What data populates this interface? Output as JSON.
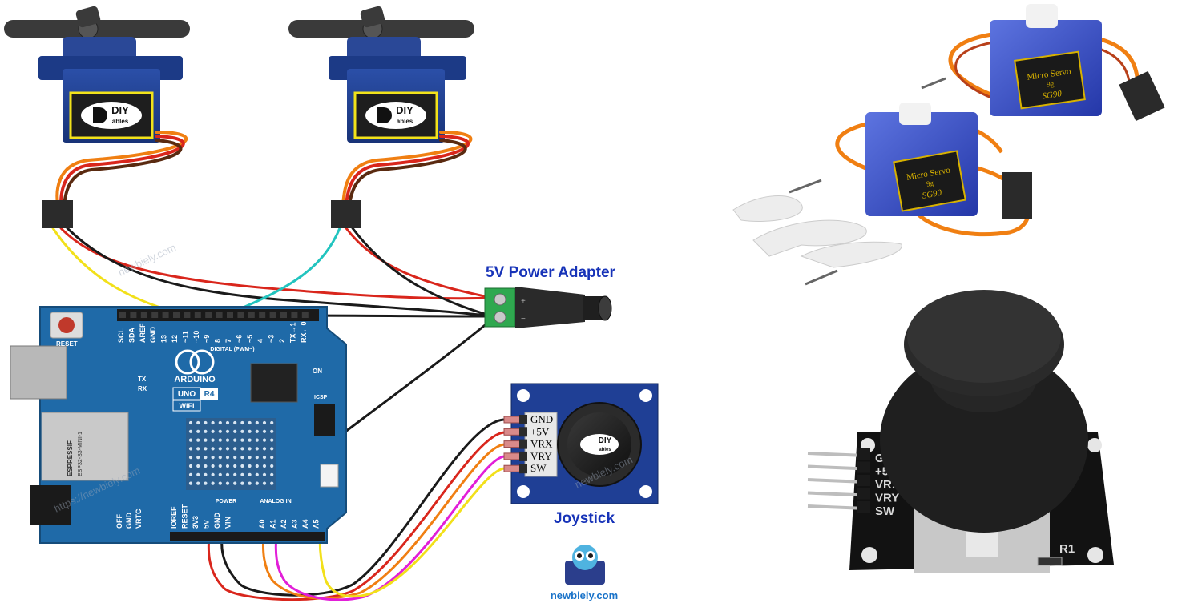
{
  "labels": {
    "power_adapter": "5V Power Adapter",
    "joystick": "Joystick",
    "brand_footer": "newbiely.com",
    "watermark": "newbiely.com",
    "watermark_url": "https://newbiely.com"
  },
  "servo_logo": {
    "line1": "DIY",
    "line2": "ables"
  },
  "arduino": {
    "brand": "ARDUINO",
    "model": "UNO",
    "revision": "R4",
    "variant": "WIFI",
    "reset_label": "RESET",
    "digital_header": "DIGITAL (PWM~)",
    "top_pins": [
      "SCL",
      "SDA",
      "AREF",
      "GND",
      "13",
      "12",
      "~11",
      "~10",
      "~9",
      "8",
      "7",
      "~6",
      "~5",
      "4",
      "~3",
      "2",
      "TX→1",
      "RX←0"
    ],
    "tx_label": "TX",
    "rx_label": "RX",
    "on_label": "ON",
    "icsp_label": "ICSP",
    "module_vendor": "ESPRESSIF",
    "module_name": "ESP32-S3-MINI-1",
    "power_header": "POWER",
    "analog_header": "ANALOG IN",
    "power_pins": [
      "IOREF",
      "RESET",
      "3V3",
      "5V",
      "GND",
      "VIN"
    ],
    "analog_pins": [
      "A0",
      "A1",
      "A2",
      "A3",
      "A4",
      "A5"
    ],
    "bottom_left": [
      "OFF",
      "GND",
      "VRTC"
    ]
  },
  "joystick_pins": [
    "GND",
    "+5V",
    "VRX",
    "VRY",
    "SW"
  ],
  "photo": {
    "servo_text_1": "Micro Servo",
    "servo_text_2": "9g",
    "servo_model": "SG90",
    "joystick_pins": [
      "GND",
      "+5V",
      "VRX",
      "VRY",
      "SW"
    ],
    "joystick_ref": "R1"
  },
  "colors": {
    "board_blue": "#1f6aa8",
    "servo_blue": "#23408e",
    "wire_red": "#d9261c",
    "wire_black": "#1a1a1a",
    "wire_yellow": "#f2e01a",
    "wire_cyan": "#22c4bf",
    "wire_orange": "#f07f12",
    "wire_magenta": "#e21fd8",
    "title_blue": "#1733b8"
  }
}
